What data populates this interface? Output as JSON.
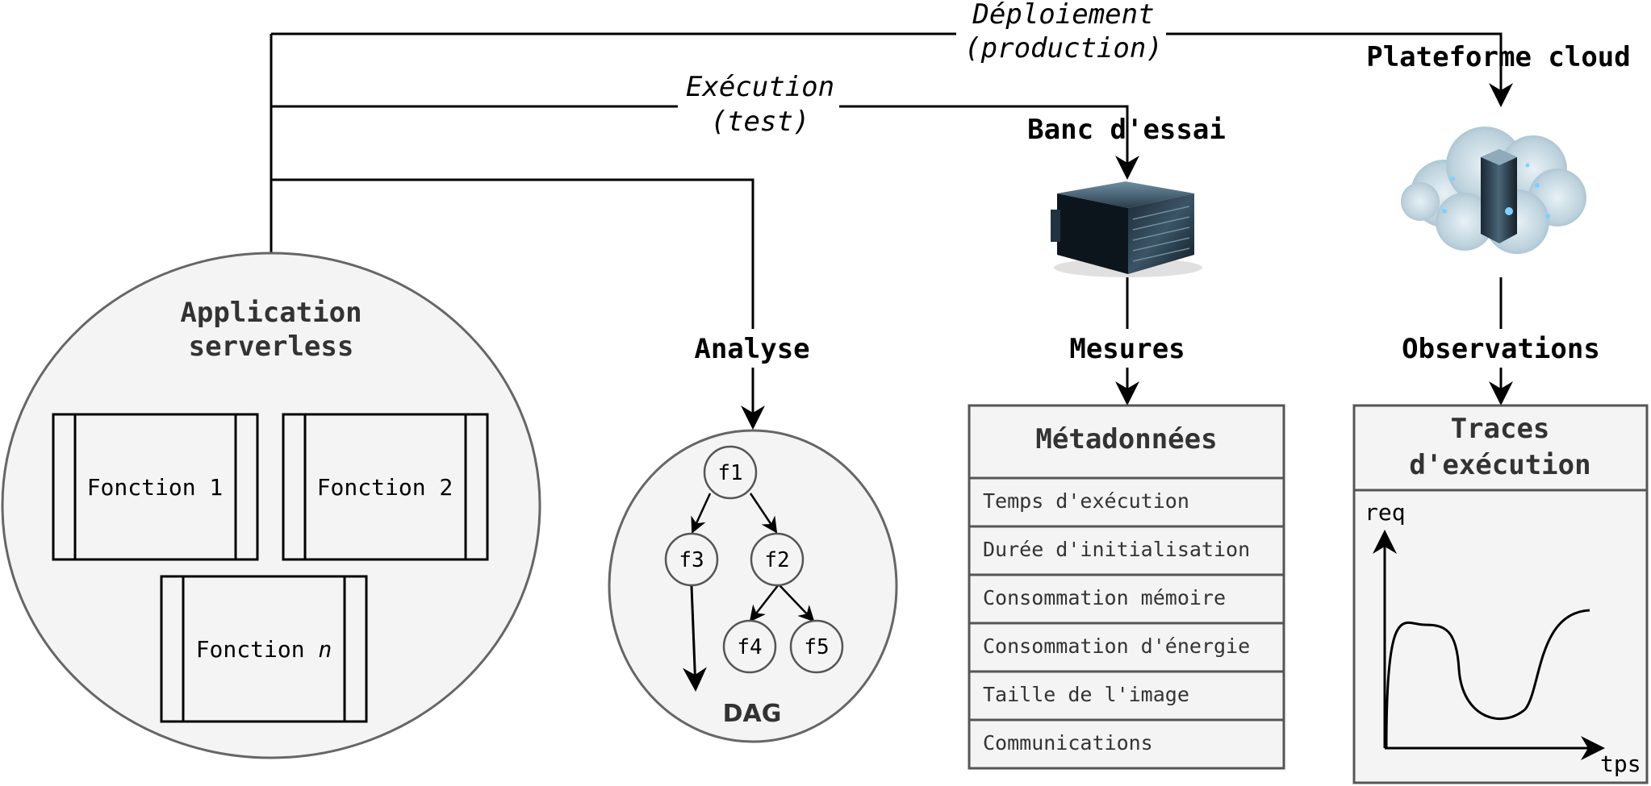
{
  "deployment_label": {
    "line1": "Déploiement",
    "line2": "(production)"
  },
  "execution_label": {
    "line1": "Exécution",
    "line2": "(test)"
  },
  "cloud_label": "Plateforme cloud",
  "testbench_label": "Banc d'essai",
  "analysis_label": "Analyse",
  "measures_label": "Mesures",
  "observations_label": "Observations",
  "app": {
    "title_line1": "Application",
    "title_line2": "serverless",
    "functions": [
      "Fonction 1",
      "Fonction 2"
    ],
    "function_n_prefix": "Fonction ",
    "function_n_var": "n"
  },
  "dag": {
    "label": "DAG",
    "nodes": [
      "f1",
      "f3",
      "f2",
      "f4",
      "f5"
    ]
  },
  "metadata": {
    "title": "Métadonnées",
    "rows": [
      "Temps d'exécution",
      "Durée d'initialisation",
      "Consommation mémoire",
      "Consommation d'énergie",
      "Taille de l'image",
      "Communications"
    ]
  },
  "traces": {
    "title_line1": "Traces",
    "title_line2": "d'exécution",
    "y_label": "req",
    "x_label": "tps"
  },
  "icons": {
    "server": "server-icon",
    "cloud": "cloud-server-icon"
  }
}
